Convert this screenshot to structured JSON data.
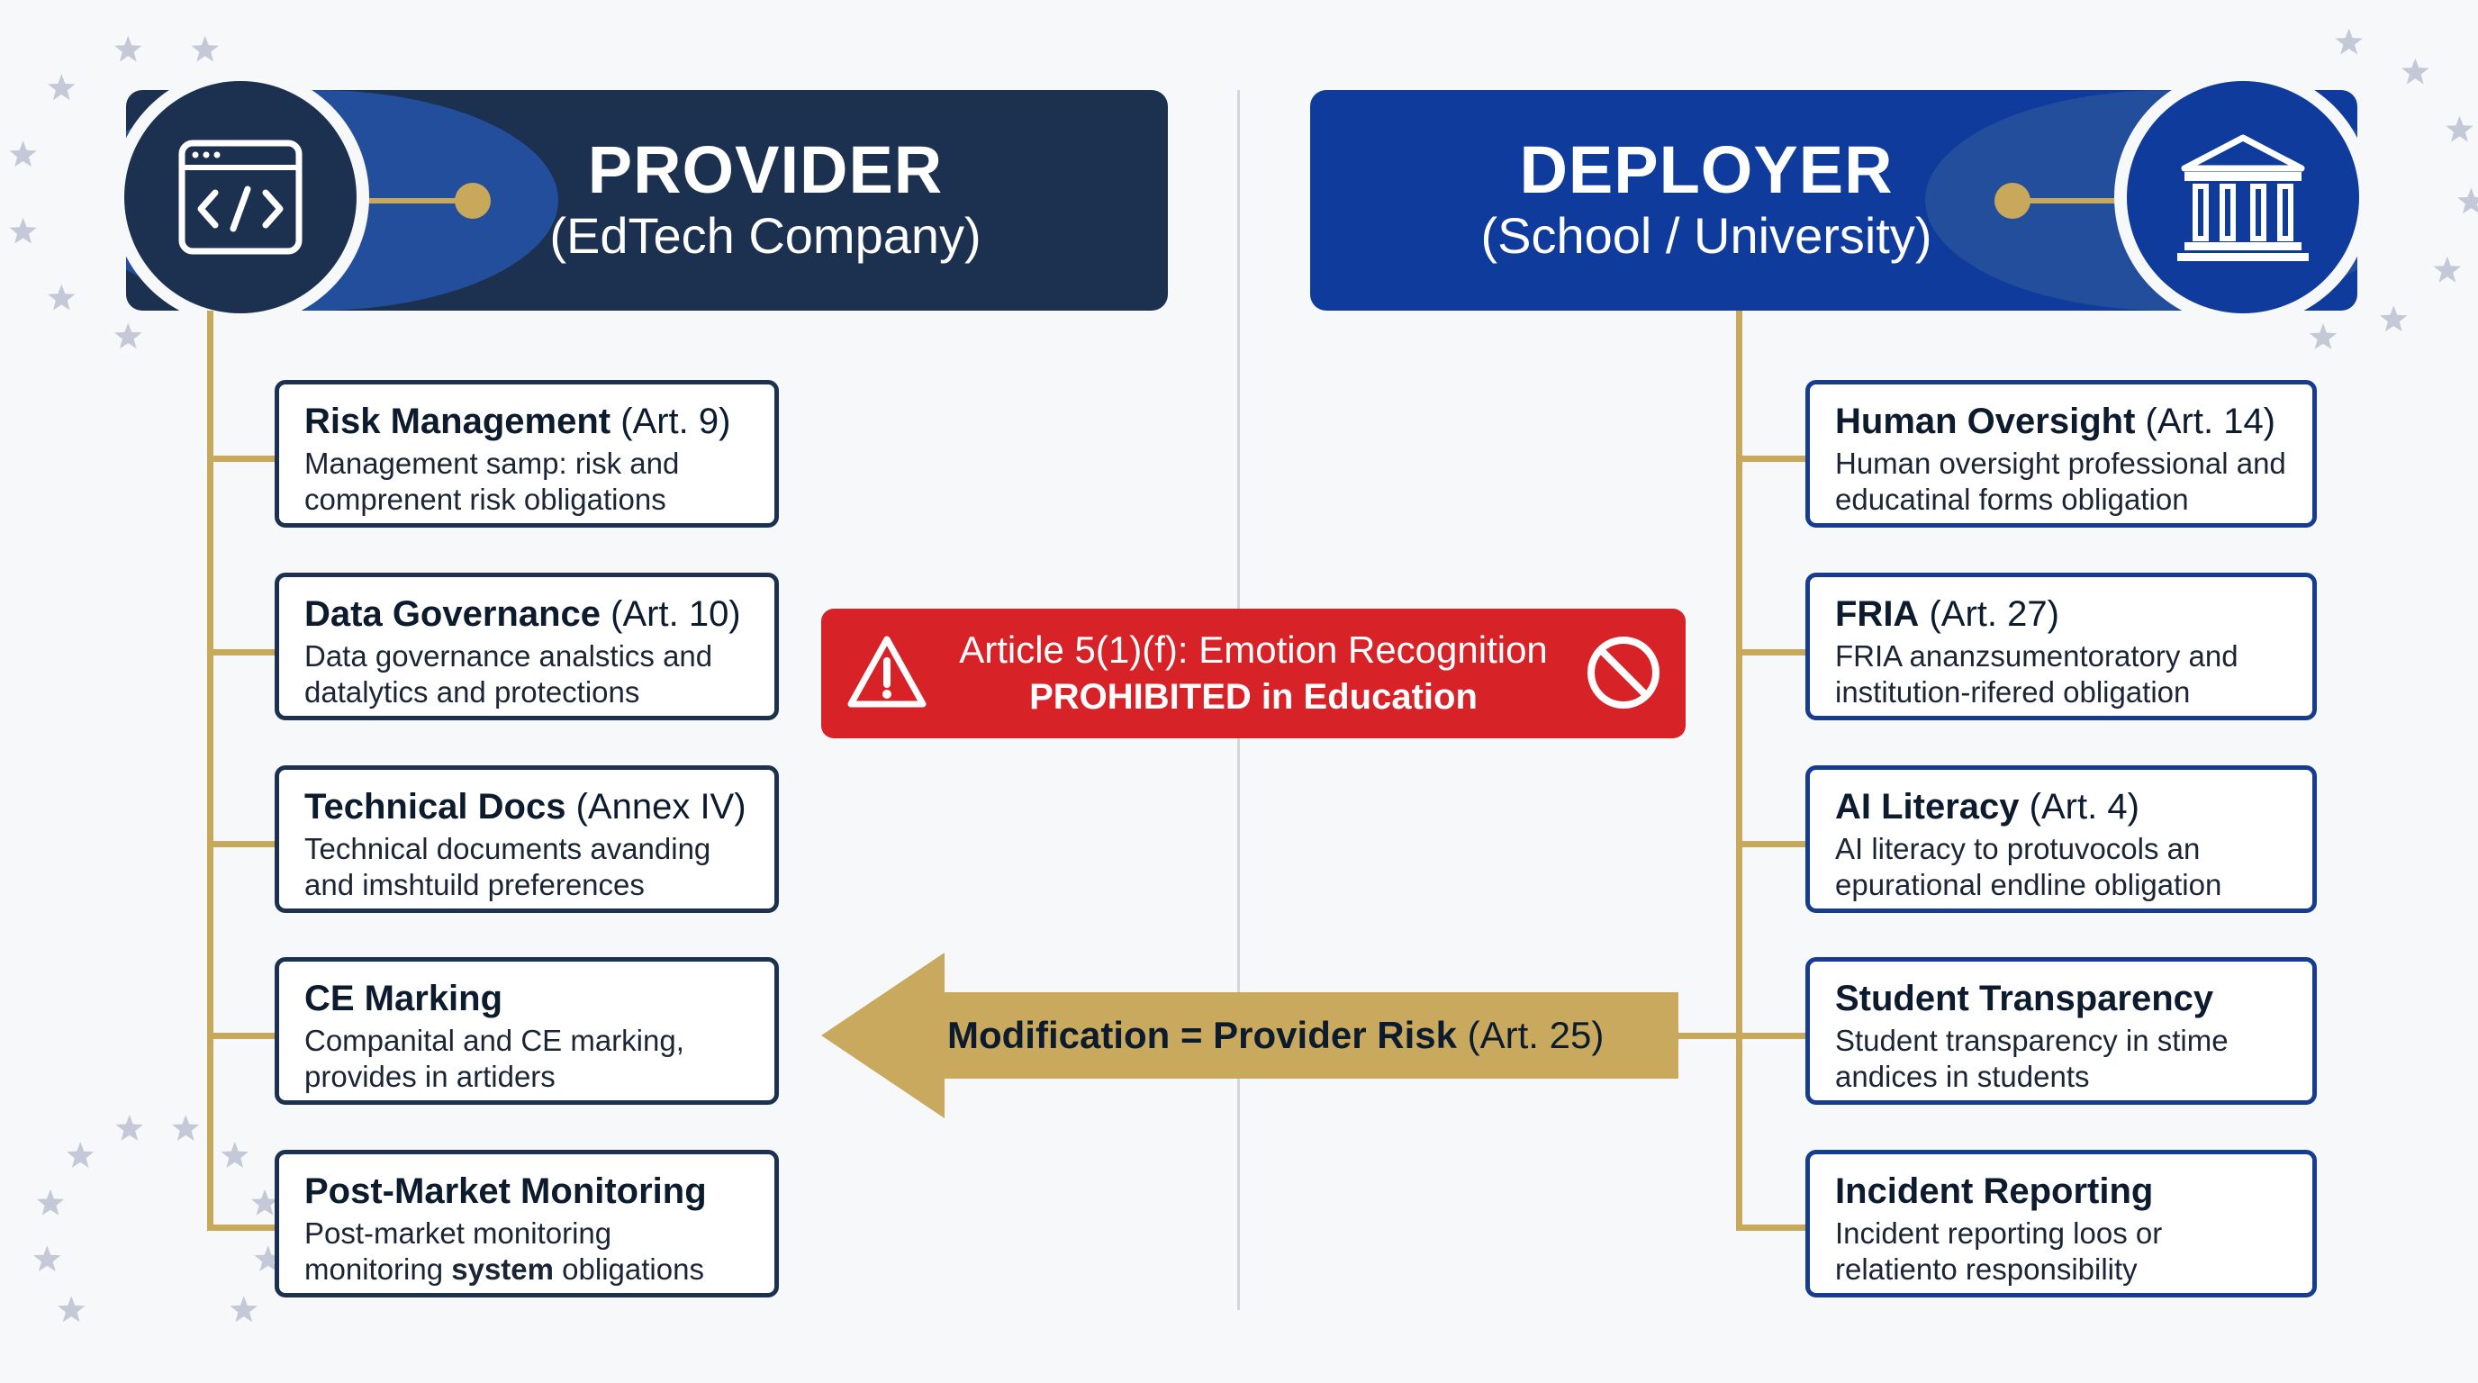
{
  "provider": {
    "title": "PROVIDER",
    "subtitle": "(EdTech Company)",
    "items": [
      {
        "name": "Risk Management",
        "ref": "(Art. 9)",
        "desc": "Management samp: risk and comprenent risk obligations"
      },
      {
        "name": "Data Governance",
        "ref": "(Art. 10)",
        "desc": "Data governance analstics and datalytics and protections"
      },
      {
        "name": "Technical Docs",
        "ref": "(Annex IV)",
        "desc": "Technical documents avanding and imshtuild preferences"
      },
      {
        "name": "CE Marking",
        "ref": "",
        "desc": "Companital and CE marking, provides in artiders"
      },
      {
        "name": "Post-Market Monitoring",
        "ref": "",
        "desc_pre": "Post-market monitoring monitoring ",
        "desc_bold": "system",
        "desc_post": " obligations"
      }
    ]
  },
  "deployer": {
    "title": "DEPLOYER",
    "subtitle": "(School / University)",
    "items": [
      {
        "name": "Human Oversight",
        "ref": "(Art. 14)",
        "desc": "Human oversight professional and educatinal forms obligation"
      },
      {
        "name": "FRIA",
        "ref": "(Art. 27)",
        "desc": "FRIA ananzsumentoratory and institution-rifered obligation"
      },
      {
        "name": "AI Literacy",
        "ref": "(Art. 4)",
        "desc": "AI literacy to protuvocols an epurational endline obligation"
      },
      {
        "name": "Student Transparency",
        "ref": "",
        "desc": "Student transparency in stime andices in students"
      },
      {
        "name": "Incident Reporting",
        "ref": "",
        "desc": "Incident reporting loos or relatiento responsibility"
      }
    ]
  },
  "alert": {
    "line1": "Article 5(1)(f): Emotion Recognition",
    "line2": "PROHIBITED in Education"
  },
  "arrow": {
    "label_bold": "Modification = Provider Risk",
    "label_ref": "(Art. 25)"
  },
  "icons": {
    "provider": "code-window-icon",
    "deployer": "institution-building-icon",
    "alert_left": "warning-triangle-icon",
    "alert_right": "prohibited-icon"
  },
  "colors": {
    "provider_navy": "#1c3150",
    "deployer_blue": "#0f3b9c",
    "gold": "#c8a85a",
    "alert_red": "#d72228"
  }
}
